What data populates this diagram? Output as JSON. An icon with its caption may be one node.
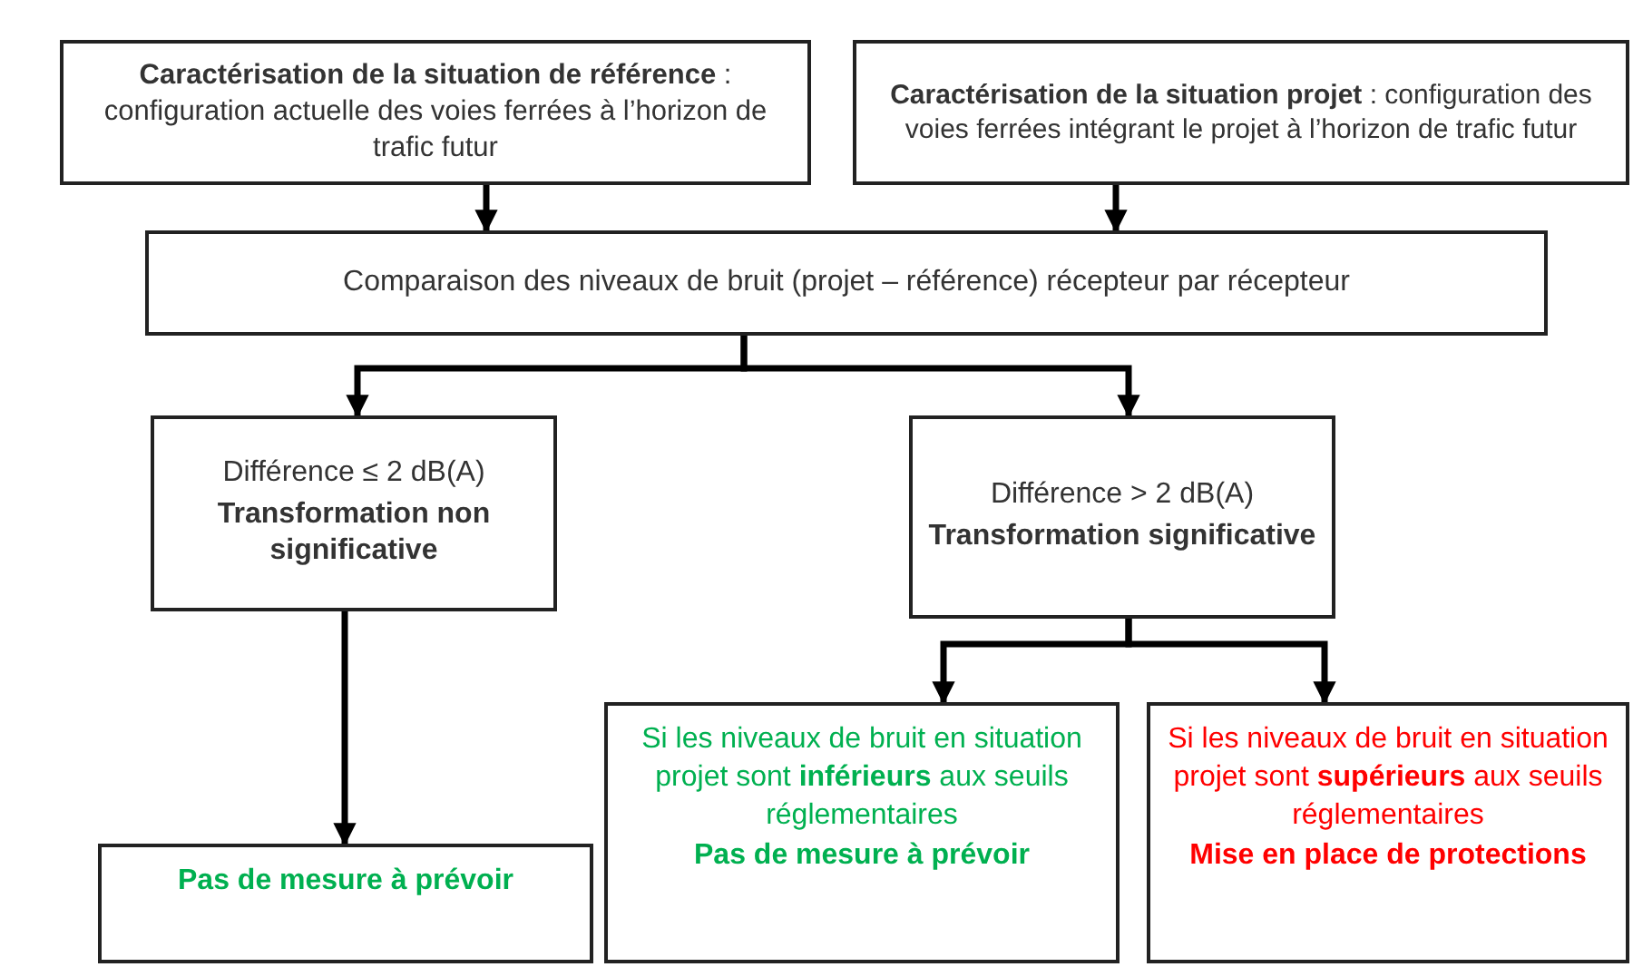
{
  "diagram": {
    "nodes": [
      {
        "text": [
          "**Caractérisation de la situation de référence** : configuration actuelle des voies ferrées à l’horizon de trafic futur"
        ]
      },
      {
        "text": [
          "**Caractérisation de la situation projet** : configuration des voies ferrées intégrant le projet à l’horizon de trafic futur"
        ]
      },
      {
        "text": [
          "Comparaison des niveaux de bruit (projet – référence) récepteur par récepteur"
        ]
      },
      {
        "text": [
          "Différence ≤ 2 dB(A)",
          "Transformation non significative"
        ]
      },
      {
        "text": [
          "Différence > 2 dB(A)",
          "Transformation significative"
        ]
      },
      {
        "text": [
          "Si les niveaux de bruit en situation projet sont **inférieurs** aux seuils réglementaires",
          "Pas de mesure à prévoir"
        ]
      },
      {
        "text": [
          "Si les niveaux de bruit en situation projet sont **supérieurs** aux seuils réglementaires",
          "Mise en place de protections"
        ]
      },
      {
        "text": [
          "Pas de mesure à prévoir"
        ]
      }
    ],
    "edges": [
      {
        "from": 0,
        "to": 2,
        "arrow": "to"
      },
      {
        "from": 1,
        "to": 2,
        "arrow": "to"
      },
      {
        "from": 2,
        "to": 3,
        "arrow": "to"
      },
      {
        "from": 2,
        "to": 4,
        "arrow": "to"
      },
      {
        "from": 4,
        "to": 5,
        "arrow": "to"
      },
      {
        "from": 4,
        "to": 6,
        "arrow": "to"
      },
      {
        "from": 3,
        "to": 7,
        "arrow": "to"
      }
    ]
  }
}
